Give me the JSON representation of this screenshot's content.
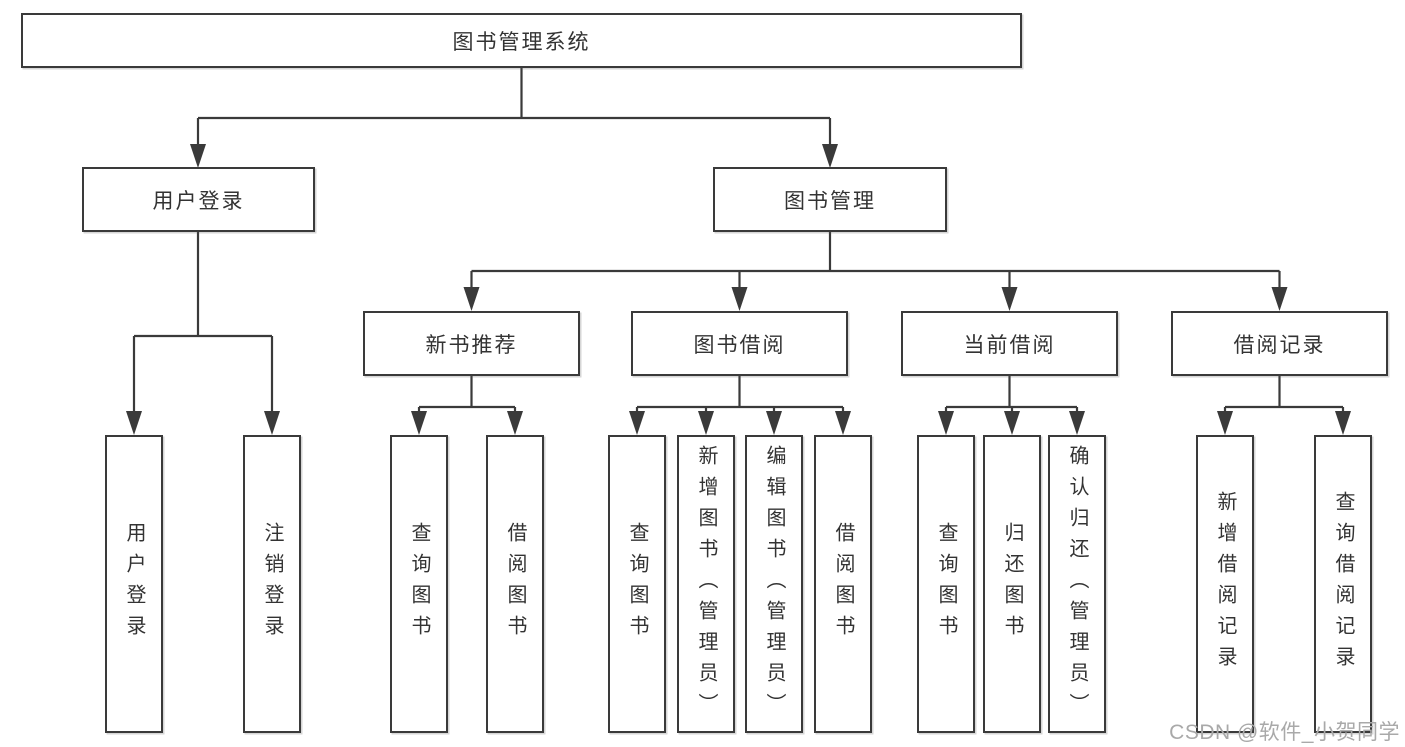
{
  "colors": {
    "line": "#3a3a3a",
    "border": "#3a3a3a",
    "text": "#333333",
    "watermark": "#a9a9a9",
    "background": "#ffffff"
  },
  "watermark": "CSDN @软件_小贺同学",
  "tree": {
    "root": "图书管理系统",
    "branches": [
      {
        "label": "用户登录",
        "children": [
          "用户登录",
          "注销登录"
        ]
      },
      {
        "label": "图书管理",
        "children": [
          {
            "label": "新书推荐",
            "children": [
              "查询图书",
              "借阅图书"
            ]
          },
          {
            "label": "图书借阅",
            "children": [
              "查询图书",
              "新增图书（管理员）",
              "编辑图书（管理员）",
              "借阅图书"
            ]
          },
          {
            "label": "当前借阅",
            "children": [
              "查询图书",
              "归还图书",
              "确认归还（管理员）"
            ]
          },
          {
            "label": "借阅记录",
            "children": [
              "新增借阅记录",
              "查询借阅记录"
            ]
          }
        ]
      }
    ]
  }
}
